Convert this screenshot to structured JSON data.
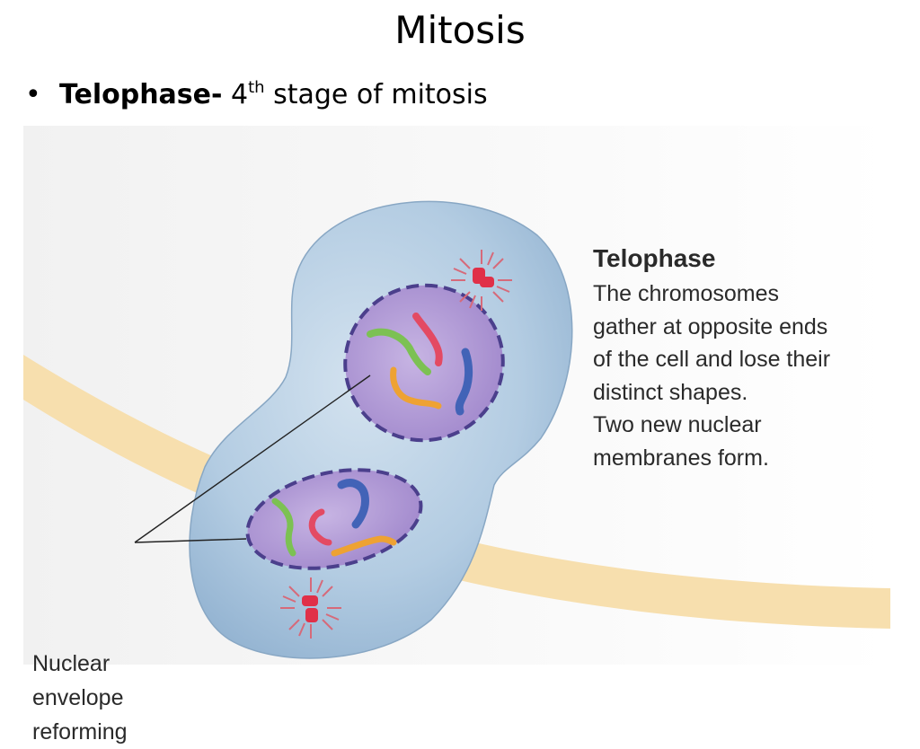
{
  "slide": {
    "title": "Mitosis",
    "bullet": {
      "term": "Telophase-",
      "ordinal_number": "4",
      "ordinal_suffix": "th",
      "rest": " stage of mitosis"
    }
  },
  "figure": {
    "heading": "Telophase",
    "description_lines": [
      "The chromosomes",
      "gather at opposite ends",
      "of the cell and lose their",
      "distinct shapes.",
      "Two new nuclear",
      "membranes form."
    ],
    "label_lines": [
      "Nuclear",
      "envelope",
      "reforming"
    ]
  },
  "colors": {
    "background_band": "#f7dfae",
    "cell": "#a9c4dc",
    "nucleus": "#ad93d2",
    "nuclear_envelope": "#4b3f8c",
    "centrosome": "#e03048",
    "chromosome_red": "#e34a63",
    "chromosome_green": "#7cc153",
    "chromosome_blue": "#4263b7",
    "chromosome_orange": "#eea233"
  }
}
